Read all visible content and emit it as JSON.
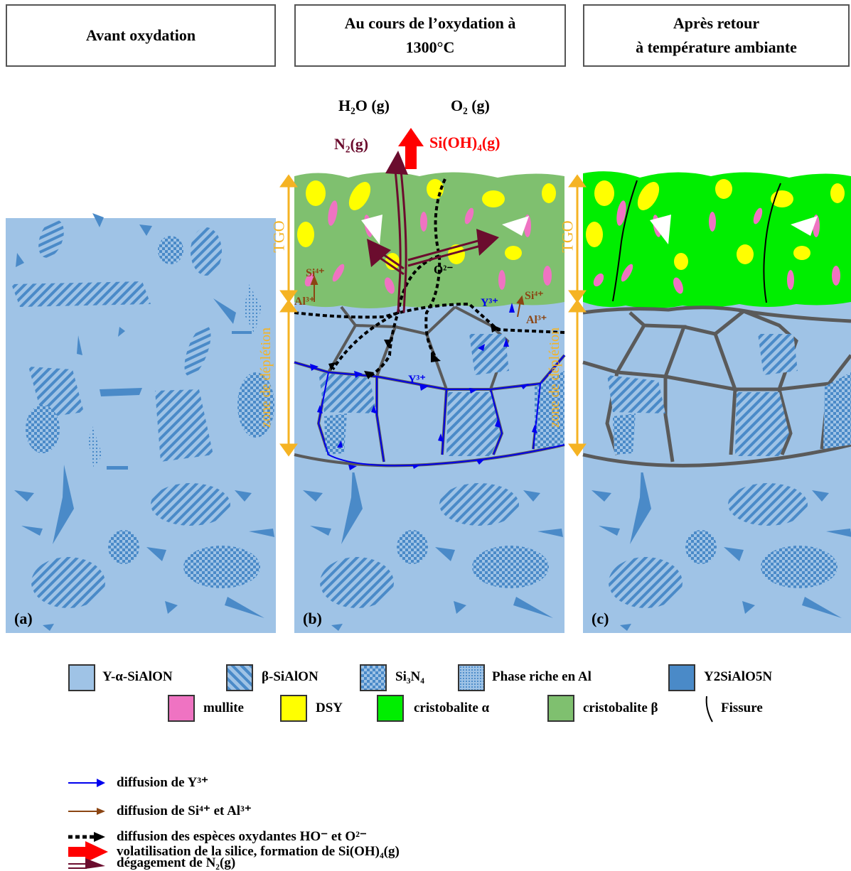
{
  "headers": {
    "a": {
      "line1": "Avant oxydation",
      "line2": ""
    },
    "b": {
      "line1": "Au cours de l’oxydation à",
      "line2": "1300°C"
    },
    "c": {
      "line1": "Après retour",
      "line2": "à température ambiante"
    }
  },
  "panel_labels": {
    "a": "(a)",
    "b": "(b)",
    "c": "(c)"
  },
  "gases": {
    "h2o": "H₂O (g)",
    "o2": "O₂ (g)",
    "n2": "N₂(g)",
    "sioh4": "Si(OH)₄(g)"
  },
  "annotations": {
    "tgo": "TGO",
    "zone": "zone de déplétion",
    "o2minus": "O²⁻",
    "si4": "Si⁴⁺",
    "al3": "Al³⁺",
    "y3": "Y³⁺"
  },
  "legend": {
    "phases": [
      {
        "label": "Y-α-SiAlON",
        "color": "#9fc3e6"
      },
      {
        "label": "β-SiAlON",
        "color": "#9fc3e6"
      },
      {
        "label": "Si₃N₄",
        "color": "#9fc3e6"
      },
      {
        "label": "Phase riche en Al",
        "color": "#9fc3e6"
      },
      {
        "label": "Y2SiAlO5N",
        "color": "#4a8ac8"
      },
      {
        "label": "mullite",
        "color": "#ef73c2"
      },
      {
        "label": "DSY",
        "color": "#ffff00"
      },
      {
        "label": "cristobalite α",
        "color": "#00ee00"
      },
      {
        "label": "cristobalite β",
        "color": "#7fc06f"
      },
      {
        "label": "Fissure",
        "color": "#000000"
      }
    ],
    "arrows": [
      {
        "label": "diffusion de Y³⁺",
        "color": "#0000ee"
      },
      {
        "label": "diffusion de Si⁴⁺ et Al³⁺",
        "color": "#8b4513"
      },
      {
        "label": "diffusion des espèces oxydantes HO⁻ et O²⁻",
        "color": "#000000"
      },
      {
        "label": "volatilisation de la silice, formation de Si(OH)₄(g)",
        "color": "#ff0000"
      },
      {
        "label": "dégagement de N₂(g)",
        "color": "#6b0c2e"
      }
    ]
  },
  "colors": {
    "matrix": "#9fc3e6",
    "dark": "#4a8ac8",
    "beta_green": "#7fc06f",
    "alpha_green": "#00ee00",
    "tgo_orange": "#f5b323",
    "grain_border": "#5a5a5a"
  }
}
